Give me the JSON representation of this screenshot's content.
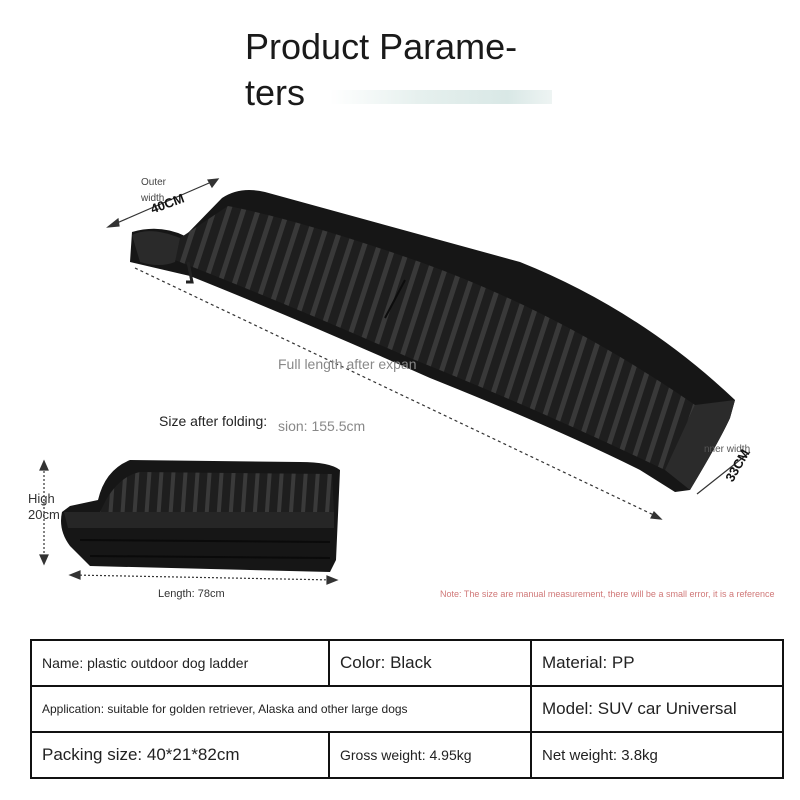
{
  "title": "Product Parame-\nters",
  "labels": {
    "outer_width": "Outer\nwidth",
    "outer_width_value": "40CM",
    "full_length": "Full length after expan",
    "full_length_value": "sion: 155.5cm",
    "size_after_folding": "Size after folding:",
    "inner_width": "nner width",
    "inner_width_value": "33CM",
    "high": "High\n20cm",
    "length": "Length: 78cm"
  },
  "note": "Note: The size are manual measurement, there will be a small error, it is a reference",
  "params": {
    "name": "Name: plastic outdoor dog ladder",
    "color": "Color: Black",
    "material": "Material: PP",
    "application": "Application: suitable for golden retriever, Alaska and other large dogs",
    "model": "Model: SUV car Universal",
    "packing_size": "Packing size: 40*21*82cm",
    "gross_weight": "Gross weight: 4.95kg",
    "net_weight": "Net weight: 3.8kg"
  },
  "colors": {
    "ramp": "#1c1c1c",
    "ramp_highlight": "#3a3a3a",
    "note": "#d07878",
    "table_border": "#111111"
  }
}
